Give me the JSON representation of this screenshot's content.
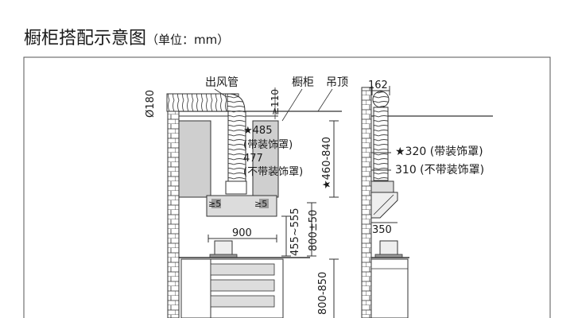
{
  "title": {
    "text": "橱柜搭配示意图",
    "unit": "（单位：mm）"
  },
  "front_view": {
    "duct_label": "出风管",
    "cabinet_label": "橱柜",
    "ceiling_label": "吊顶",
    "duct_diameter": "Ø180",
    "ceiling_gap": "≥110",
    "height_cover": "★485",
    "height_cover_note": "(带装饰罩)",
    "height_nocover": "477",
    "height_nocover_note": "(不带装饰罩)",
    "install_range": "★460-840",
    "side_gap_left": "≥5",
    "side_gap_right": "≥5",
    "hood_width": "900",
    "hood_to_stove": "455~555",
    "hood_to_counter": "800±50",
    "counter_height": "800-850"
  },
  "side_view": {
    "top_width": "162",
    "depth_cover": "★320 (带装饰罩)",
    "depth_nocover": "310 (不带装饰罩)",
    "hood_depth": "350"
  }
}
